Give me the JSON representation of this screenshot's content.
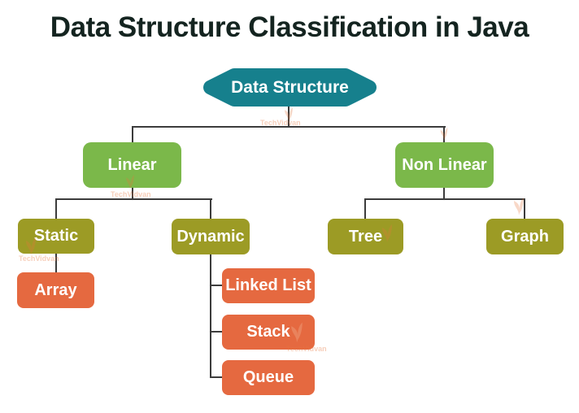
{
  "title": "Data Structure Classification in Java",
  "watermark": {
    "text": "TechVidvan"
  },
  "colors": {
    "root_node": "#16808d",
    "level1_node": "#7bb84a",
    "level2_node": "#9c9b25",
    "leaf_node": "#e56940",
    "connector_line": "#3c3c3c",
    "title_text": "#142420",
    "node_text": "#ffffff",
    "watermark": "#e8763d",
    "background": "#ffffff"
  },
  "nodes": {
    "root": {
      "label": "Data Structure"
    },
    "linear": {
      "label": "Linear"
    },
    "non_linear": {
      "label": "Non Linear"
    },
    "static": {
      "label": "Static"
    },
    "dynamic": {
      "label": "Dynamic"
    },
    "tree": {
      "label": "Tree"
    },
    "graph": {
      "label": "Graph"
    },
    "array": {
      "label": "Array"
    },
    "linked_list": {
      "label": "Linked List"
    },
    "stack": {
      "label": "Stack"
    },
    "queue": {
      "label": "Queue"
    }
  },
  "edges": [
    [
      "Data Structure",
      "Linear"
    ],
    [
      "Data Structure",
      "Non Linear"
    ],
    [
      "Linear",
      "Static"
    ],
    [
      "Linear",
      "Dynamic"
    ],
    [
      "Non Linear",
      "Tree"
    ],
    [
      "Non Linear",
      "Graph"
    ],
    [
      "Static",
      "Array"
    ],
    [
      "Dynamic",
      "Linked List"
    ],
    [
      "Dynamic",
      "Stack"
    ],
    [
      "Dynamic",
      "Queue"
    ]
  ]
}
